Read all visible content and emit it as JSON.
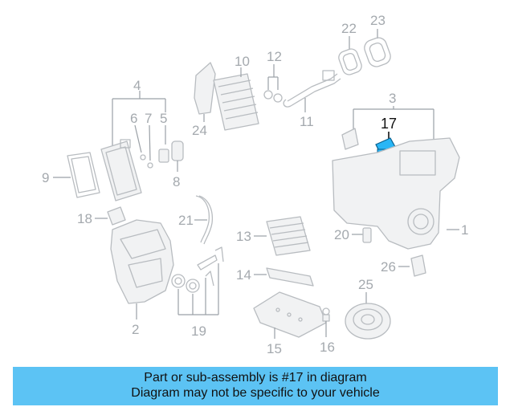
{
  "diagram": {
    "callouts": {
      "n1": "1",
      "n2": "2",
      "n3": "3",
      "n4": "4",
      "n5": "5",
      "n6": "6",
      "n7": "7",
      "n8": "8",
      "n9": "9",
      "n10": "10",
      "n11": "11",
      "n12": "12",
      "n13": "13",
      "n14": "14",
      "n15": "15",
      "n16": "16",
      "n17": "17",
      "n18": "18",
      "n19": "19",
      "n20": "20",
      "n21": "21",
      "n22": "22",
      "n23": "23",
      "n24": "24",
      "n25": "25",
      "n26": "26"
    },
    "highlight_part": "17",
    "highlight_color": "#29b6f6",
    "line_color": "#b8bcc0"
  },
  "banner": {
    "line1": "Part or sub-assembly is #17 in diagram",
    "line2": "Diagram may not be specific to your vehicle",
    "background": "#5cc3f4"
  }
}
